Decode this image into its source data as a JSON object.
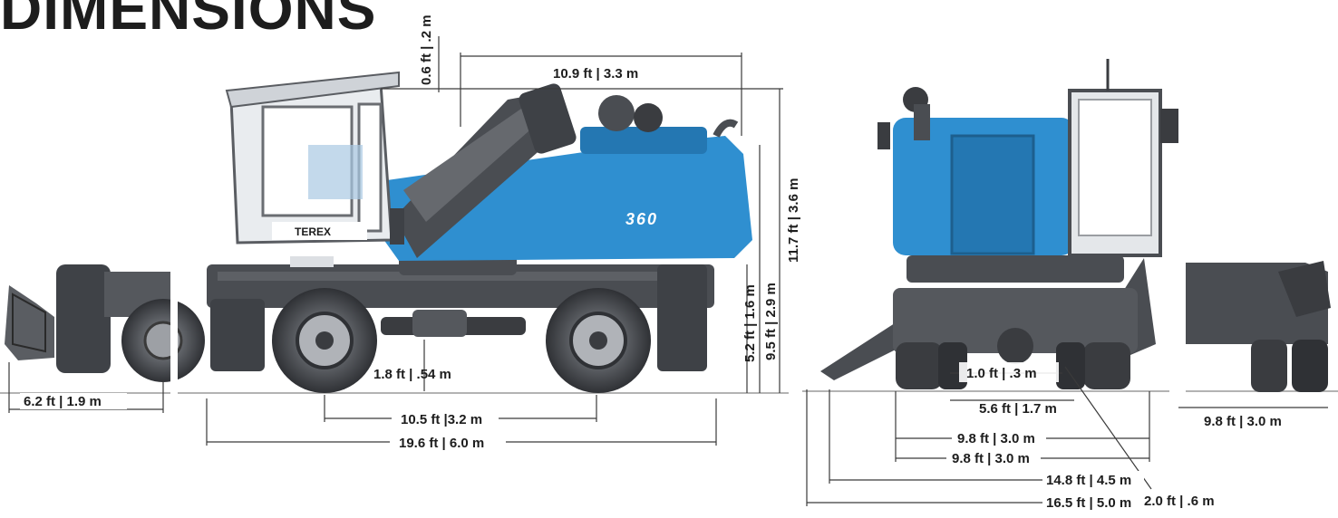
{
  "title": "DIMENSIONS",
  "brand": {
    "logo_text": "TEREX",
    "model_text": "360"
  },
  "colors": {
    "machine_blue": "#2f8fd0",
    "chassis_gray": "#4a4d52",
    "dim_line": "#3a3a3a",
    "title": "#1d1d1d"
  },
  "side_view": {
    "overall_length": "19.6 ft | 6.0 m",
    "wheelbase": "10.5 ft |3.2 m",
    "outrigger_reach": "6.2 ft | 1.9 m",
    "ground_clearance": "1.8 ft | .54 m",
    "counterweight_swing": "10.9 ft | 3.3 m",
    "cab_rail": "0.6 ft | .2 m",
    "overall_height": "11.7 ft | 3.6 m",
    "upper_height": "9.5 ft | 2.9 m",
    "chassis_height": "5.2 ft | 1.6 m"
  },
  "front_view": {
    "axle_clearance": "1.0 ft | .3 m",
    "track_width": "5.6 ft | 1.7 m",
    "width_tires": "9.8 ft | 3.0 m",
    "width_outer": "9.8 ft | 3.0 m",
    "outrigger_span_1": "14.8 ft | 4.5 m",
    "outrigger_span_2": "16.5 ft | 5.0 m",
    "stabilizer_offset": "2.0 ft | .6 m"
  },
  "rear_view": {
    "width": "9.8 ft | 3.0 m"
  }
}
